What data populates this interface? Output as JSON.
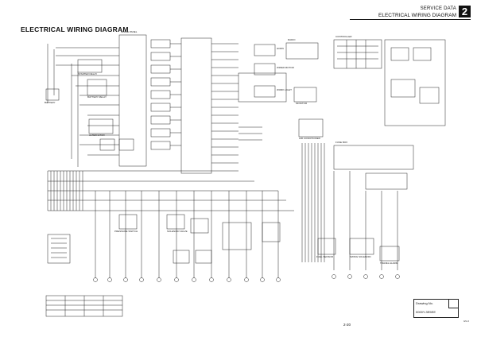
{
  "header": {
    "section": "SERVICE DATA",
    "title": "ELECTRICAL WIRING DIAGRAM",
    "chapter_number": "2"
  },
  "page_title": "ELECTRICAL WIRING DIAGRAM",
  "diagram_labels": {
    "inside_panel": "INSIDE PANEL",
    "starter_relay": "STARTER RELAY",
    "battery_relay": "BATTERY RELAY",
    "battery": "BATTERY",
    "alternator": "ALTERNATOR",
    "fuse_box": "FUSE BOX",
    "horn": "HORN",
    "monitor": "MONITOR",
    "controller": "CONTROLLER",
    "air_conditioner": "AIR CONDITIONER",
    "radio": "RADIO",
    "wiper_motor": "WIPER MOTOR",
    "work_light": "WORK LIGHT",
    "pressure_switch": "PRESSURE SWITCH",
    "solenoid_valve": "SOLENOID VALVE",
    "fuel_sensor": "FUEL SENSOR",
    "swing_solenoid": "SWING SOLENOID",
    "travel_alarm": "TRAVEL ALARM"
  },
  "drawing_block": {
    "label": "Drawing No.",
    "number": "0000Y-3E5EE"
  },
  "page_number": "2-20",
  "corner_code": "GN-0"
}
